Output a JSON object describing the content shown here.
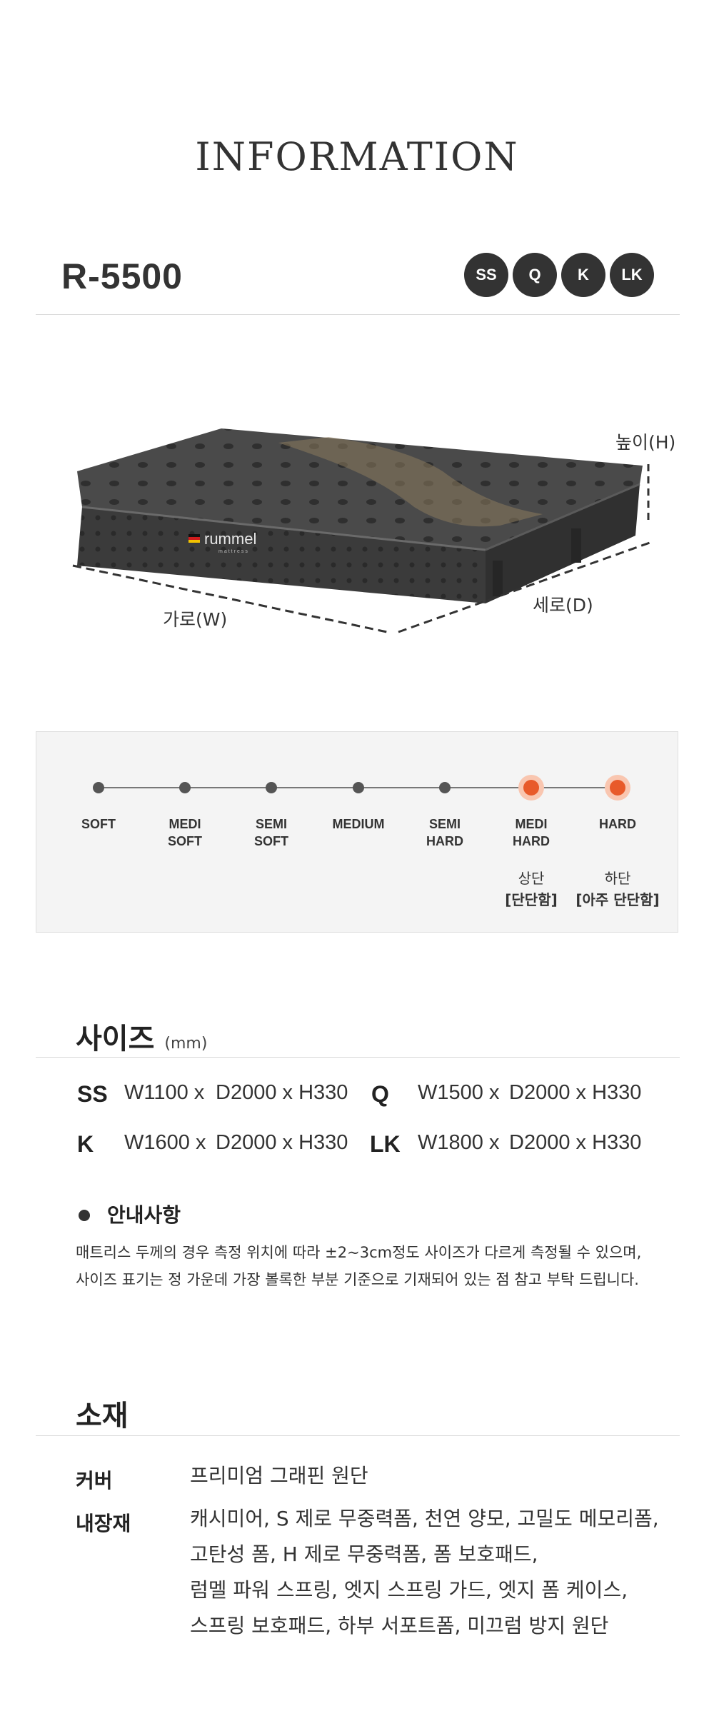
{
  "section_title": "INFORMATION",
  "model": {
    "name": "R-5500",
    "sizes": [
      "SS",
      "Q",
      "K",
      "LK"
    ]
  },
  "illustration": {
    "brand": "rummel",
    "brand_sub": "mattress",
    "height_label": "높이(H)",
    "width_label": "가로(W)",
    "depth_label": "세로(D)"
  },
  "firmness": {
    "levels": [
      {
        "label": "SOFT",
        "active": false
      },
      {
        "label": "MEDI\nSOFT",
        "active": false
      },
      {
        "label": "SEMI\nSOFT",
        "active": false
      },
      {
        "label": "MEDIUM",
        "active": false
      },
      {
        "label": "SEMI\nHARD",
        "active": false
      },
      {
        "label": "MEDI\nHARD",
        "active": true
      },
      {
        "label": "HARD",
        "active": true
      }
    ],
    "notes": [
      {
        "position": "상단",
        "desc": "[단단함]"
      },
      {
        "position": "하단",
        "desc": "[아주 단단함]"
      }
    ],
    "accent_color": "#e85a2a"
  },
  "size_section": {
    "title": "사이즈",
    "unit": "(mm)",
    "rows": [
      {
        "code": "SS",
        "w": "W1100 x",
        "d": "D2000 x H330"
      },
      {
        "code": "Q",
        "w": "W1500 x",
        "d": "D2000 x H330"
      },
      {
        "code": "K",
        "w": "W1600 x",
        "d": "D2000 x H330"
      },
      {
        "code": "LK",
        "w": "W1800 x",
        "d": "D2000 x H330"
      }
    ]
  },
  "notice": {
    "title": "안내사항",
    "lines": [
      "매트리스 두께의 경우 측정 위치에 따라 ±2~3cm정도 사이즈가 다르게 측정될 수 있으며,",
      "사이즈 표기는 정 가운데 가장 볼록한 부분 기준으로 기재되어 있는 점 참고 부탁 드립니다."
    ]
  },
  "materials": {
    "title": "소재",
    "cover_label": "커버",
    "cover_value": "프리미엄 그래핀 원단",
    "inner_label": "내장재",
    "inner_lines": [
      "캐시미어, S 제로 무중력폼, 천연 양모, 고밀도 메모리폼,",
      "고탄성 폼, H 제로 무중력폼, 폼 보호패드,",
      "럼멜 파워 스프링, 엣지 스프링 가드, 엣지 폼 케이스,",
      "스프링 보호패드, 하부 서포트폼, 미끄럼 방지 원단"
    ]
  }
}
